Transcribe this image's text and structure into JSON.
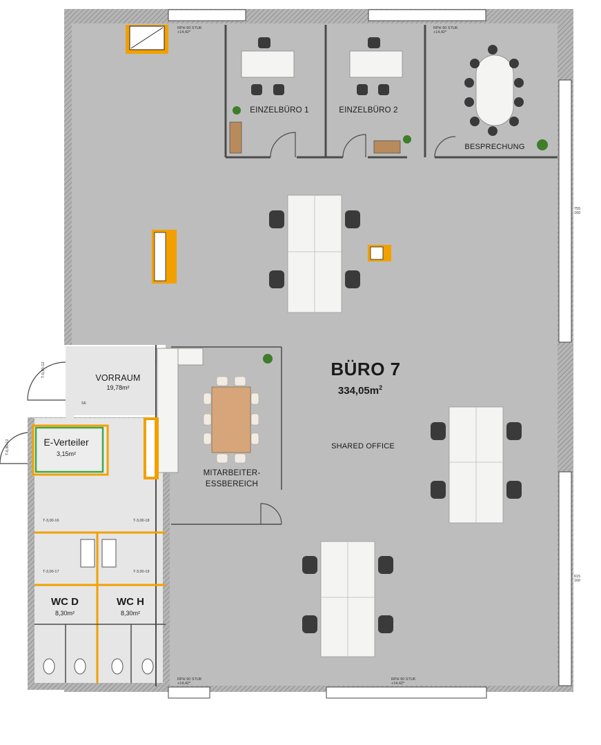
{
  "main_room": {
    "name": "BÜRO 7",
    "area_value": "334,05m",
    "area_unit_sup": "2",
    "subtitle": "SHARED OFFICE"
  },
  "rooms": {
    "einzelbuero_1": "EINZELBÜRO 1",
    "einzelbuero_2": "EINZELBÜRO 2",
    "besprechung": "BESPRECHUNG",
    "vorraum": {
      "name": "VORRAUM",
      "area": "19,78m²"
    },
    "e_verteiler": {
      "name": "E-Verteiler",
      "area": "3,15m²"
    },
    "mitarbeiter_1": "MITARBEITER-",
    "mitarbeiter_2": "ESSBEREICH",
    "wc_d": {
      "name": "WC D",
      "area": "8,30m²"
    },
    "wc_h": {
      "name": "WC H",
      "area": "8,30m²"
    }
  },
  "door_codes": {
    "d16": "T-3,00-16",
    "d17": "T-3,00-17",
    "d18": "T-3,00-18",
    "d19": "T-3,00-19",
    "d12a": "T-0,80-12",
    "d12b": "T-0,80-12",
    "s6": "S6"
  },
  "window_notes": {
    "top_left": "RPH 90 STUK +14,42*",
    "top_right": "RPH 90 STUK +14,42*",
    "bottom_left": "RPH 90 STUK +14,42*",
    "bottom_right": "RPH 90 STUK +14,42*",
    "right_dim_1": "755 160",
    "right_dim_2": "615 160"
  },
  "colors": {
    "floor": "#bdbdbd",
    "wall": "#9e9e9e",
    "wc_floor": "#e6e6e6",
    "accent_orange": "#f2a000",
    "accent_green": "#3ea84a",
    "desk": "#f4f4f2",
    "chair": "#3a3a3a",
    "table_wood": "#d6a67a"
  }
}
